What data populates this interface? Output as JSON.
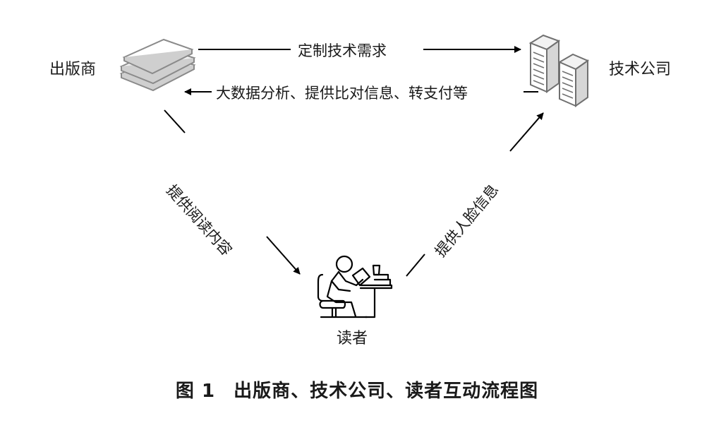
{
  "nodes": {
    "publisher": {
      "label": "出版商",
      "icon": "stacked-papers-icon"
    },
    "tech_company": {
      "label": "技术公司",
      "icon": "servers-icon"
    },
    "reader": {
      "label": "读者",
      "icon": "reading-person-icon"
    }
  },
  "edges": {
    "publisher_to_tech": {
      "label": "定制技术需求",
      "direction": "publisher → tech_company"
    },
    "tech_to_publisher": {
      "label": "大数据分析、提供比对信息、转支付等",
      "direction": "tech_company → publisher"
    },
    "publisher_to_reader": {
      "label": "提供阅读内容",
      "direction": "publisher → reader"
    },
    "reader_to_tech": {
      "label": "提供人脸信息",
      "direction": "reader → tech_company"
    }
  },
  "caption": {
    "number": "图 1",
    "title": "出版商、技术公司、读者互动流程图"
  }
}
